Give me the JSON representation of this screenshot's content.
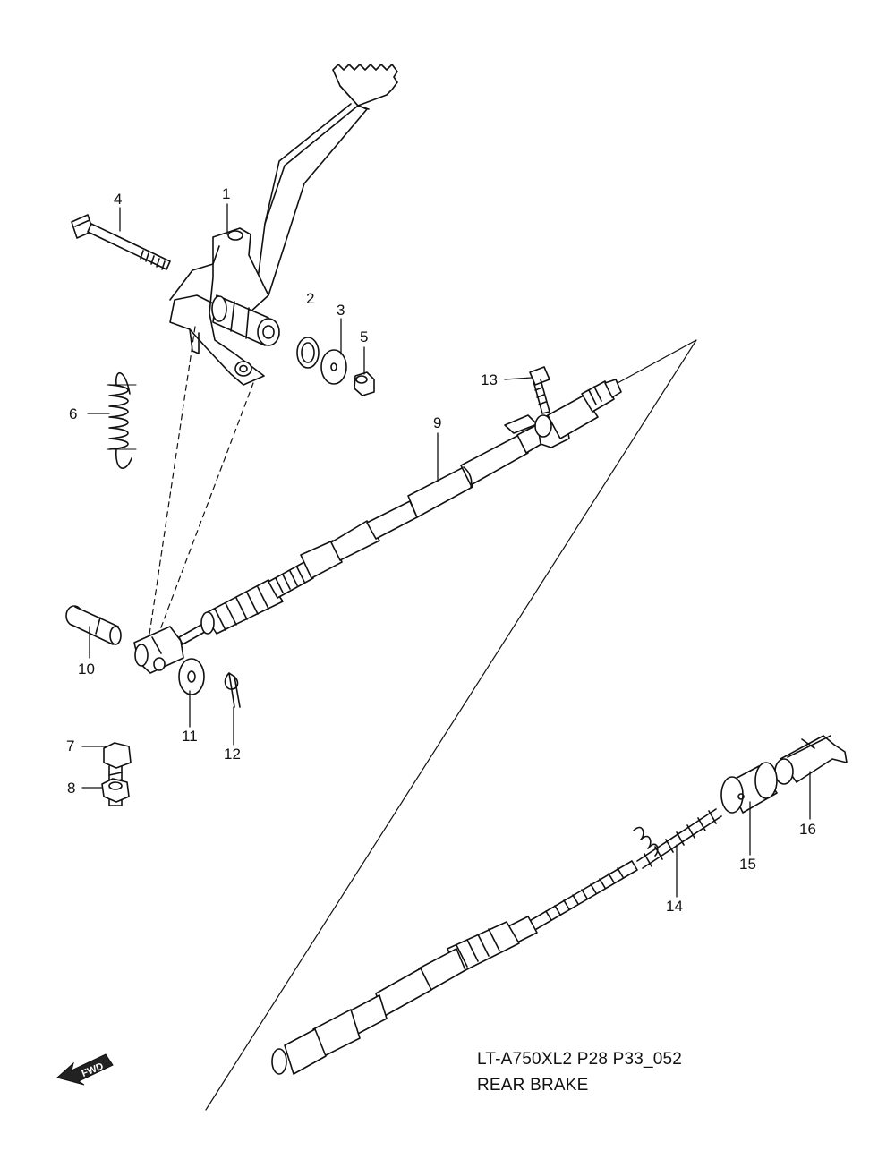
{
  "callouts": {
    "c1": "1",
    "c2": "2",
    "c3": "3",
    "c4": "4",
    "c5": "5",
    "c6": "6",
    "c7": "7",
    "c8": "8",
    "c9": "9",
    "c10": "10",
    "c11": "11",
    "c12": "12",
    "c13": "13",
    "c14": "14",
    "c15": "15",
    "c16": "16"
  },
  "caption": {
    "model_code": "LT-A750XL2 P28 P33_052",
    "section": "REAR BRAKE"
  },
  "fwd_badge": "FWD",
  "icons": [
    "fwd-arrow-icon"
  ]
}
